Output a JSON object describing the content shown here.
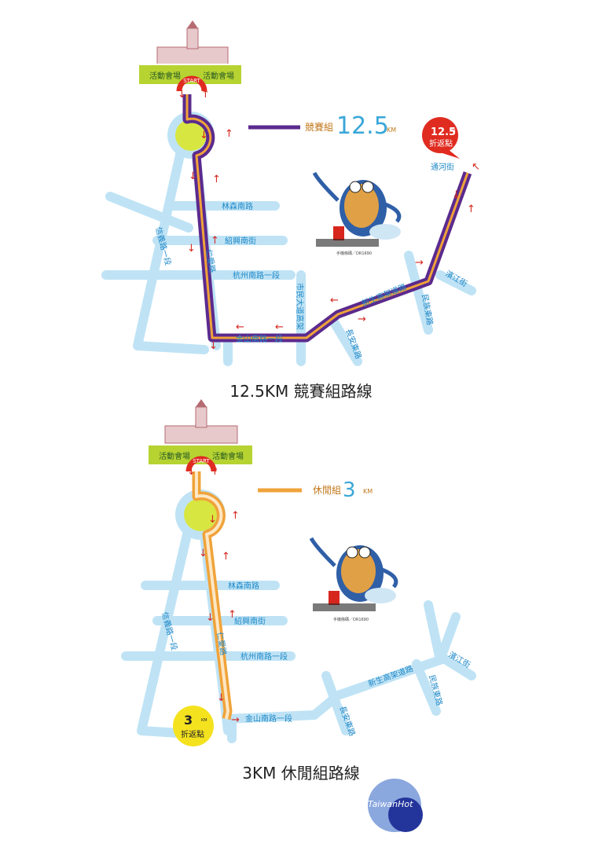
{
  "map1": {
    "venue_left": "活動會場",
    "venue_right": "活動會場",
    "start": "START",
    "legend_label": "競賽組",
    "legend_value": "12.5",
    "legend_unit": "KM",
    "turn_value": "12.5",
    "turn_unit": "KM",
    "turn_label": "折返點",
    "streets": {
      "linsen": "林森南路",
      "shaoxing": "紹興南街",
      "hangzhou": "杭州南路一段",
      "xinyi": "信義路一段",
      "renai": "仁愛路",
      "jinshan": "金山南路一段",
      "shimin": "市民大道高架",
      "xinsheng": "新生高架道路",
      "changan": "長安東路",
      "minquan": "民族東路",
      "tonghe": "通河街",
      "binjiang": "濱江街"
    },
    "copyright": "手機條碼／DR1690"
  },
  "map2": {
    "venue_left": "活動會場",
    "venue_right": "活動會場",
    "start": "START",
    "legend_label": "休閒組",
    "legend_value": "3",
    "legend_unit": "KM",
    "turn_value": "3",
    "turn_unit": "KM",
    "turn_label": "折返點",
    "streets": {
      "linsen": "林森南路",
      "shaoxing": "紹興南街",
      "hangzhou": "杭州南路一段",
      "xinyi": "信義路一段",
      "renai": "仁愛路",
      "jinshan": "金山南路一段",
      "xinsheng": "新生高架道路",
      "changan": "長安東路",
      "minquan": "民族東路",
      "binjiang": "濱江街"
    },
    "copyright": "手機條碼／DR1690"
  },
  "captions": {
    "map1": "12.5KM 競賽組路線",
    "map2": "3KM 休閒組路線"
  },
  "logo": {
    "text": "TaiwanHot"
  },
  "colors": {
    "road": "#bfe3f5",
    "road_label": "#1e88c8",
    "race_route": "#5b2a8e",
    "leisure_route": "#f0a33a",
    "venue": "#b6d332",
    "arrow": "#d6261e",
    "turn_red": "#e02b20",
    "turn_yellow": "#f5e21f",
    "legend_number": "#3aa7d8"
  }
}
